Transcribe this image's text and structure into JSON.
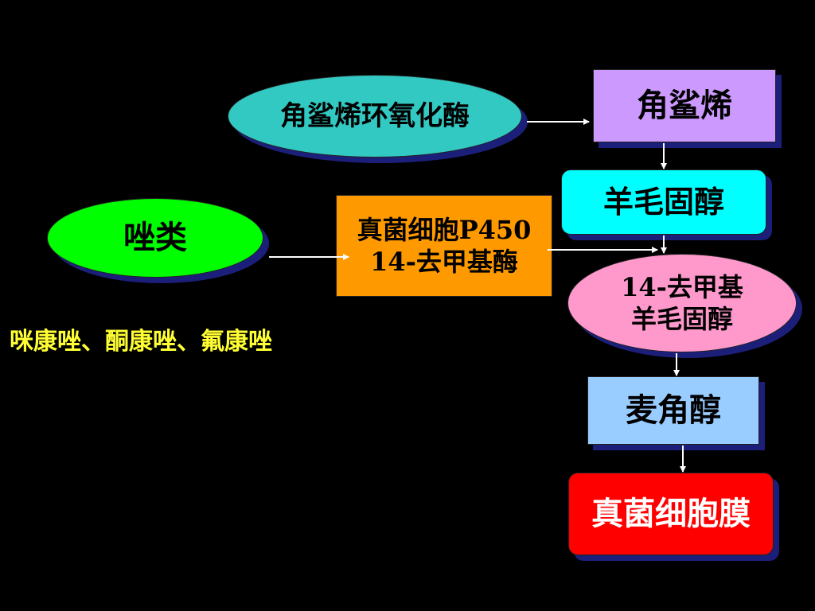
{
  "nodes": {
    "squalene_epoxidase": "角鲨烯环氧化酶",
    "squalene": "角鲨烯",
    "lanosterol": "羊毛固醇",
    "azoles": "唑类",
    "p450": "真菌细胞P450\n 14-去甲基酶",
    "demethyl_lanosterol": "14-去甲基\n羊毛固醇",
    "ergosterol": "麦角醇",
    "cell_membrane": "真菌细胞膜"
  },
  "caption": "咪康唑、酮康唑、氟康唑",
  "colors": {
    "background": "#000000",
    "teal": "#33c9c3",
    "lavender": "#cc99ff",
    "cyan": "#00ffff",
    "green": "#00ff00",
    "orange": "#ff9900",
    "pink": "#ff99cc",
    "light_blue": "#99ccff",
    "red": "#ff0000",
    "yellow_text": "#ffff33"
  }
}
